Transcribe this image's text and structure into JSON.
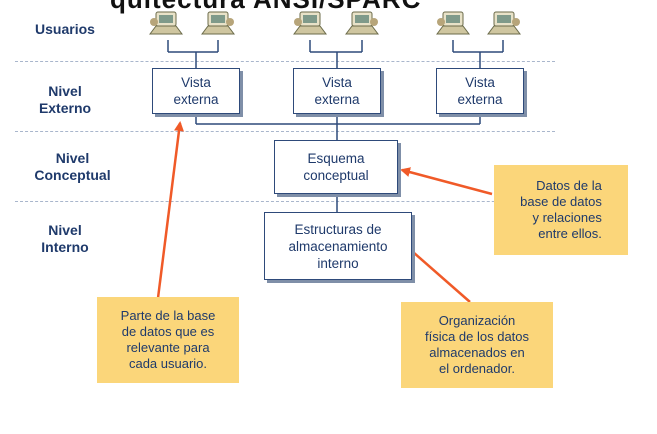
{
  "title_fragment": "quitectura ANSI/SPARC",
  "levels": {
    "users": "Usuarios",
    "external": "Nivel\nExterno",
    "conceptual": "Nivel\nConceptual",
    "internal": "Nivel\nInterno"
  },
  "boxes": {
    "external_view": "Vista\nexterna",
    "conceptual_schema": "Esquema\nconceptual",
    "internal_storage": "Estructuras de\nalmacenamiento\ninterno"
  },
  "notes": {
    "user_part": "Parte de la base\nde datos que es\nrelevante para\ncada usuario.",
    "data_relations": "Datos de la\nbase de datos\ny relaciones\nentre ellos.",
    "physical_org": "Organización\nfísica de los datos\nalmacenados en\nel ordenador."
  },
  "colors": {
    "label_blue": "#1f3a6b",
    "note_yellow": "#fbd67a",
    "arrow_orange": "#f05a28",
    "line_blue": "#2e4a7a"
  },
  "icons": [
    "computer-user-icon",
    "computer-user-icon",
    "computer-user-icon",
    "computer-user-icon",
    "computer-user-icon",
    "computer-user-icon"
  ]
}
